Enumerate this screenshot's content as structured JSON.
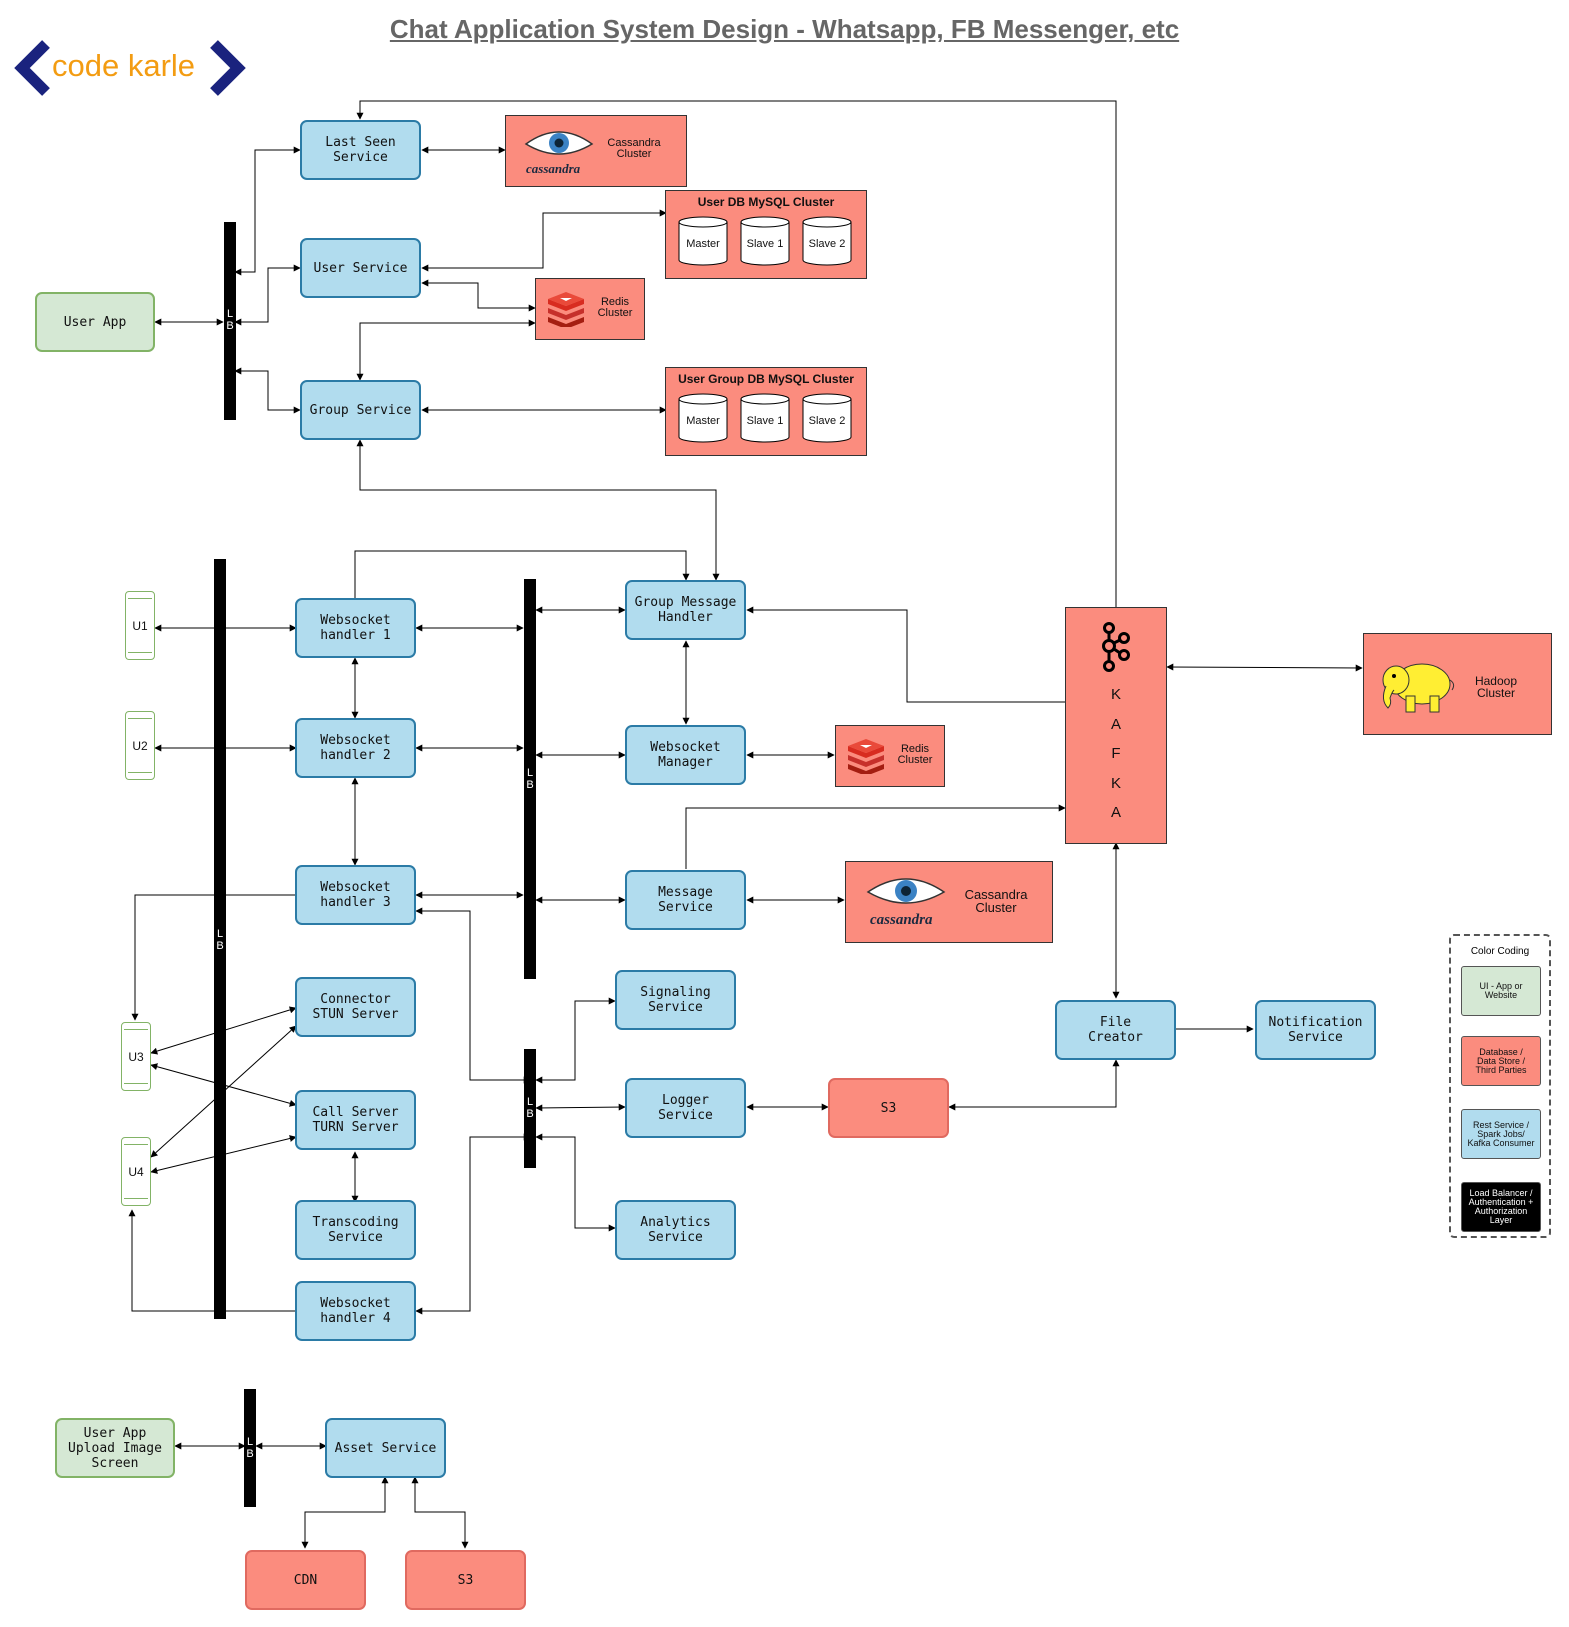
{
  "title": "Chat Application System Design - Whatsapp, FB Messenger, etc",
  "logo": {
    "text": "code karle",
    "bracket_color": "#1a237e",
    "text_color": "#f39c12"
  },
  "colors": {
    "service": "#b1dcee",
    "app": "#d5e8d4",
    "database": "#fb8c7e",
    "lb": "#000000"
  },
  "lb_label": "L\nB",
  "services": {
    "last_seen": "Last Seen\nService",
    "user": "User Service",
    "group": "Group Service",
    "ws1": "Websocket\nhandler 1",
    "ws2": "Websocket\nhandler 2",
    "ws3": "Websocket\nhandler 3",
    "ws4": "Websocket\nhandler 4",
    "group_msg": "Group Message\nHandler",
    "ws_manager": "Websocket\nManager",
    "message": "Message\nService",
    "connector": "Connector\nSTUN Server",
    "call": "Call Server\nTURN Server",
    "transcoding": "Transcoding\nService",
    "signaling": "Signaling\nService",
    "logger": "Logger\nService",
    "analytics": "Analytics\nService",
    "file_creator": "File\nCreator",
    "notification": "Notification\nService",
    "asset": "Asset Service"
  },
  "apps": {
    "user_app": "User App",
    "upload": "User App\nUpload Image\nScreen"
  },
  "phones": [
    "U1",
    "U2",
    "U3",
    "U4"
  ],
  "stores": {
    "cassandra_top": {
      "label": "Cassandra\nCluster",
      "logo_text": "cassandra"
    },
    "cassandra_msg": {
      "label": "Cassandra\nCluster",
      "logo_text": "cassandra"
    },
    "redis_user": "Redis\nCluster",
    "redis_ws": "Redis\nCluster",
    "user_db": {
      "title": "User DB MySQL Cluster",
      "nodes": [
        "Master",
        "Slave 1",
        "Slave 2"
      ]
    },
    "group_db": {
      "title": "User Group DB MySQL Cluster",
      "nodes": [
        "Master",
        "Slave 1",
        "Slave 2"
      ]
    },
    "hadoop": "Hadoop\nCluster",
    "kafka_letters": [
      "K",
      "A",
      "F",
      "K",
      "A"
    ],
    "s3_logger": "S3",
    "cdn": "CDN",
    "s3_asset": "S3"
  },
  "legend": {
    "title": "Color Coding",
    "items": [
      {
        "label": "UI - App or\nWebsite",
        "color": "#d5e8d4"
      },
      {
        "label": "Database /\nData Store /\nThird Parties",
        "color": "#fb8c7e"
      },
      {
        "label": "Rest Service /\nSpark Jobs/\nKafka Consumer",
        "color": "#b1dcee"
      },
      {
        "label": "Load Balancer /\nAuthentication +\nAuthorization\nLayer",
        "color": "#000000"
      }
    ]
  }
}
